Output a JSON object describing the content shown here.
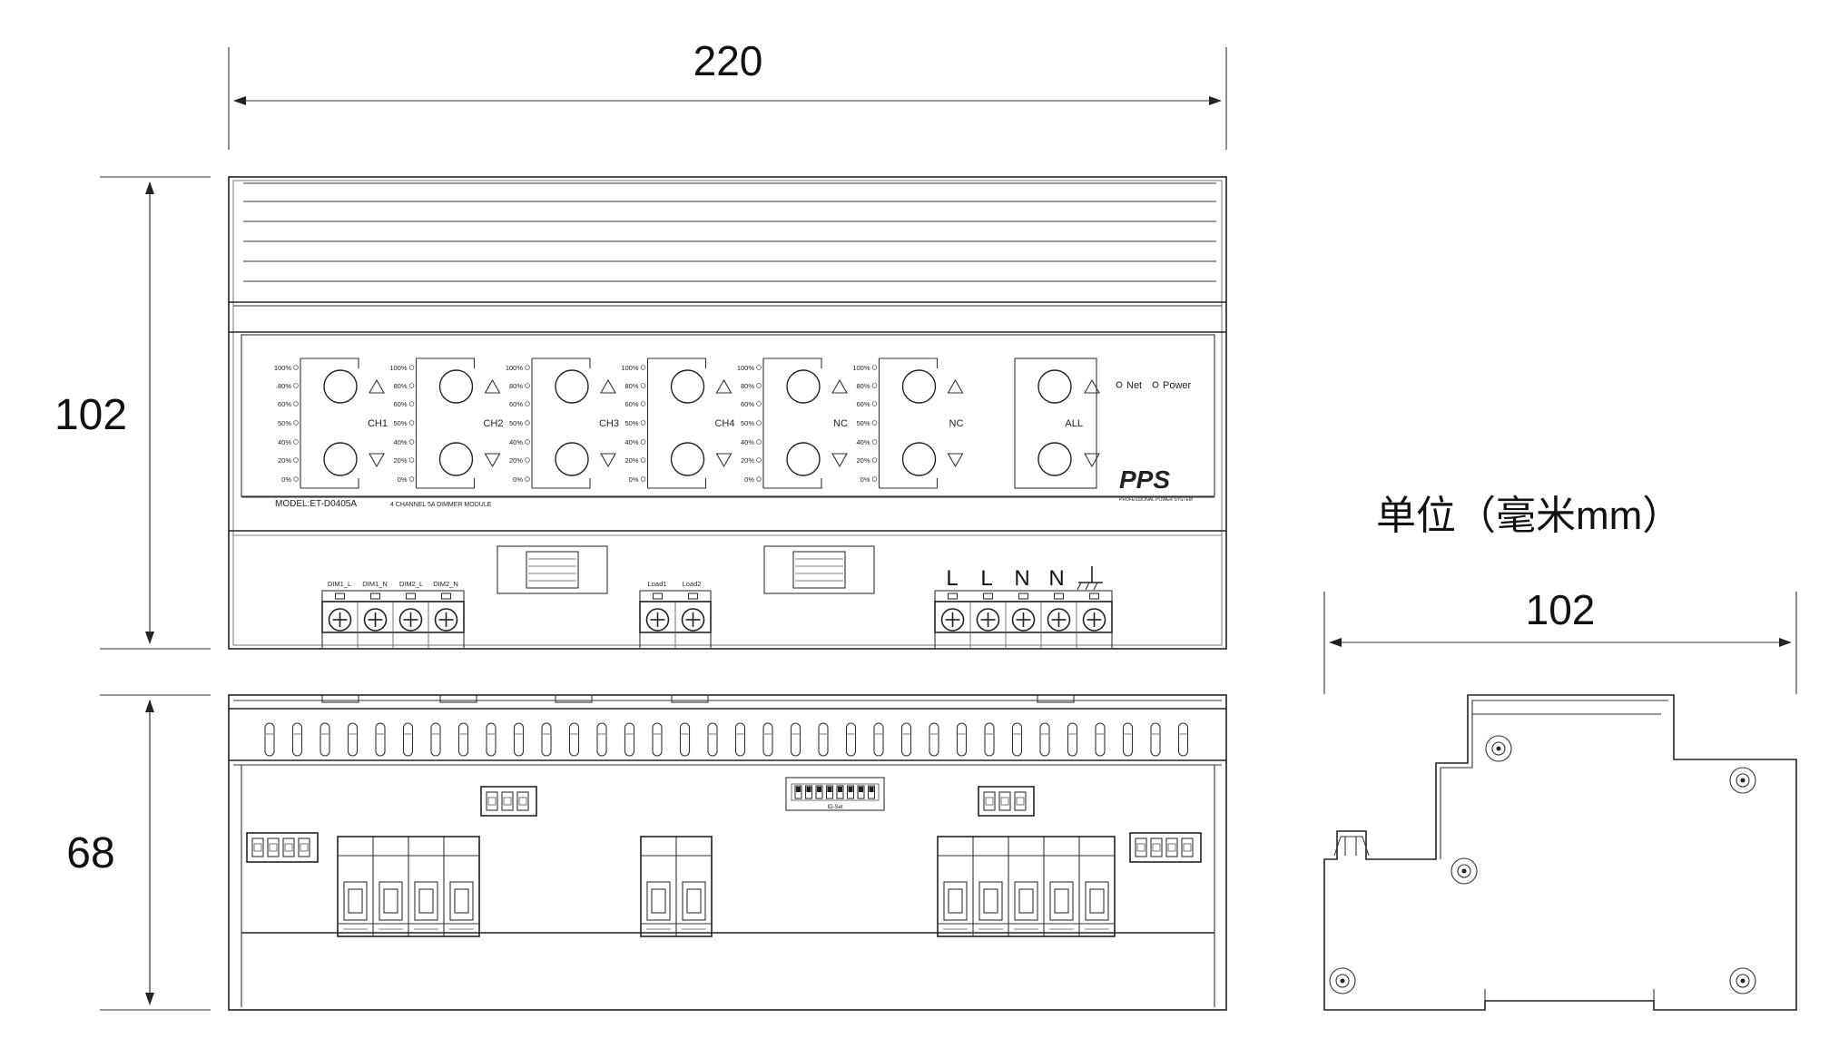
{
  "dimensions": {
    "width": "220",
    "height_front": "102",
    "height_bottom": "68",
    "depth": "102"
  },
  "unit_label": "单位（毫米mm）",
  "front_panel": {
    "level_labels": [
      "100%",
      "80%",
      "60%",
      "50%",
      "40%",
      "20%",
      "0%"
    ],
    "channels": [
      "CH1",
      "CH2",
      "CH3",
      "CH4",
      "NC",
      "NC"
    ],
    "all_label": "ALL",
    "indicators": [
      "Net",
      "Power"
    ],
    "brand": "PPS",
    "brand_sub": "PROFESSIONAL POWER SYSTEM",
    "model": "MODEL:ET-D0405A",
    "model_desc": "4 CHANNEL 5A DIMMER MODULE"
  },
  "terminals": {
    "dim_labels": [
      "DIM1_L",
      "DIM1_N",
      "DIM2_L",
      "DIM2_N"
    ],
    "load_labels": [
      "Load1",
      "Load2"
    ],
    "power_labels": [
      "L",
      "L",
      "N",
      "N"
    ],
    "ground_symbol": "ground-icon"
  },
  "bottom_view": {
    "dip_label": "ID-Set"
  }
}
